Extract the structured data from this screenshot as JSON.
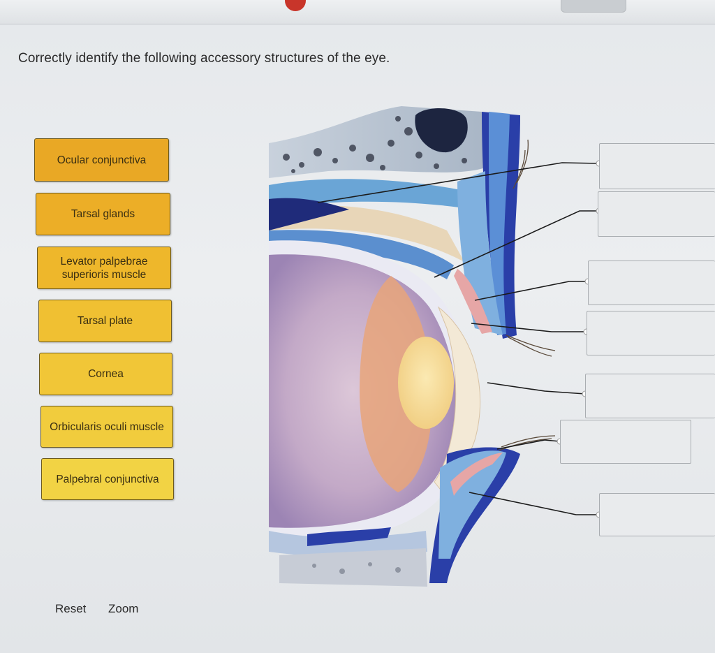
{
  "question": {
    "text": "Correctly identify the following accessory structures of the eye."
  },
  "labels": [
    {
      "id": "ocular-conjunctiva",
      "text": "Ocular conjunctiva",
      "color": "#e9a825"
    },
    {
      "id": "tarsal-glands",
      "text": "Tarsal glands",
      "color": "#ecae27"
    },
    {
      "id": "levator",
      "text": "Levator palpebrae superioris muscle",
      "color": "#eeb72b"
    },
    {
      "id": "tarsal-plate",
      "text": "Tarsal plate",
      "color": "#f0c032"
    },
    {
      "id": "cornea",
      "text": "Cornea",
      "color": "#f1c637"
    },
    {
      "id": "orbicularis",
      "text": "Orbicularis oculi muscle",
      "color": "#f1cc3d"
    },
    {
      "id": "palpebral-conjunctiva",
      "text": "Palpebral conjunctiva",
      "color": "#f2d344"
    }
  ],
  "drop_zones": [
    {
      "id": "zone-1",
      "value": ""
    },
    {
      "id": "zone-2",
      "value": ""
    },
    {
      "id": "zone-3",
      "value": ""
    },
    {
      "id": "zone-4",
      "value": ""
    },
    {
      "id": "zone-5",
      "value": ""
    },
    {
      "id": "zone-6",
      "value": ""
    },
    {
      "id": "zone-7",
      "value": ""
    }
  ],
  "footer": {
    "reset_label": "Reset",
    "zoom_label": "Zoom"
  }
}
